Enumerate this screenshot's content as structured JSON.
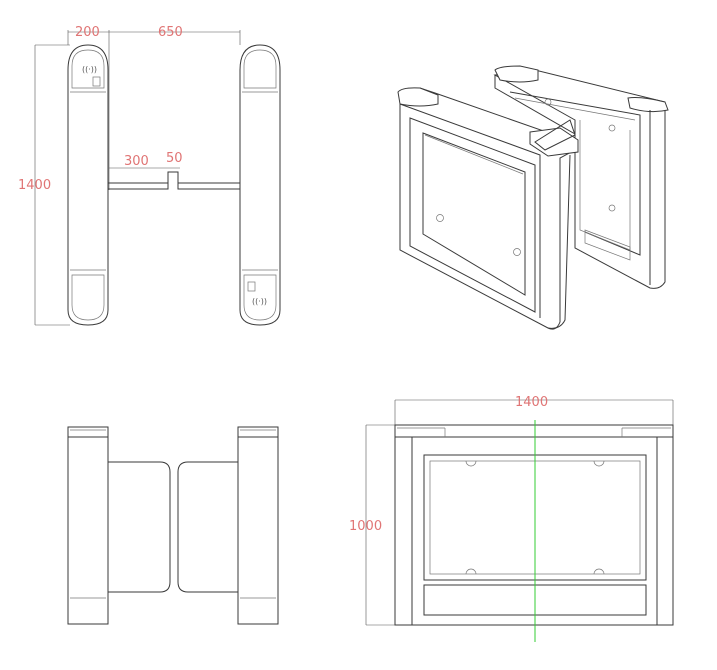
{
  "dimensions": {
    "top_width_200": "200",
    "top_width_650": "650",
    "top_height_1400": "1400",
    "top_gap_300": "300",
    "top_gap_50": "50",
    "front_width_1400": "1400",
    "front_height_1000": "1000"
  },
  "colors": {
    "dimension_text": "#e07575",
    "centerline": "#33cc33",
    "line": "#3a3a3a"
  },
  "icons": {
    "card_reader_top": "rfid-reader-icon",
    "card_reader_bottom": "rfid-reader-icon"
  }
}
